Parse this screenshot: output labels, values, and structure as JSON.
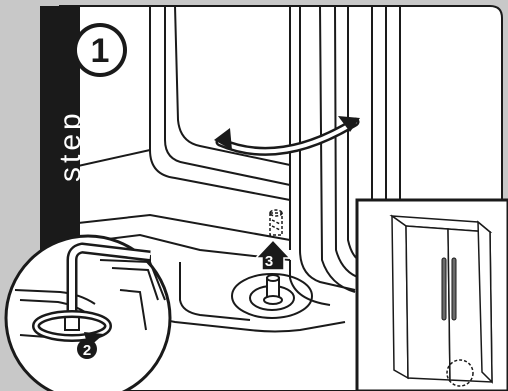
{
  "step": {
    "word": "step",
    "number": "1"
  },
  "callouts": {
    "rotate_label": "2",
    "lift_label": "3"
  },
  "colors": {
    "background": "#c8c8c8",
    "panel": "#ffffff",
    "ink": "#1a1a1a",
    "banner": "#1a1a1a"
  },
  "icons": {
    "step_badge": "circle-number",
    "rotate": "circular-arrow-icon",
    "lift": "up-arrow-icon",
    "door_swing": "curved-double-arrow-icon",
    "hex_key": "allen-wrench-icon",
    "hinge_pin": "hinge-pin-icon"
  }
}
